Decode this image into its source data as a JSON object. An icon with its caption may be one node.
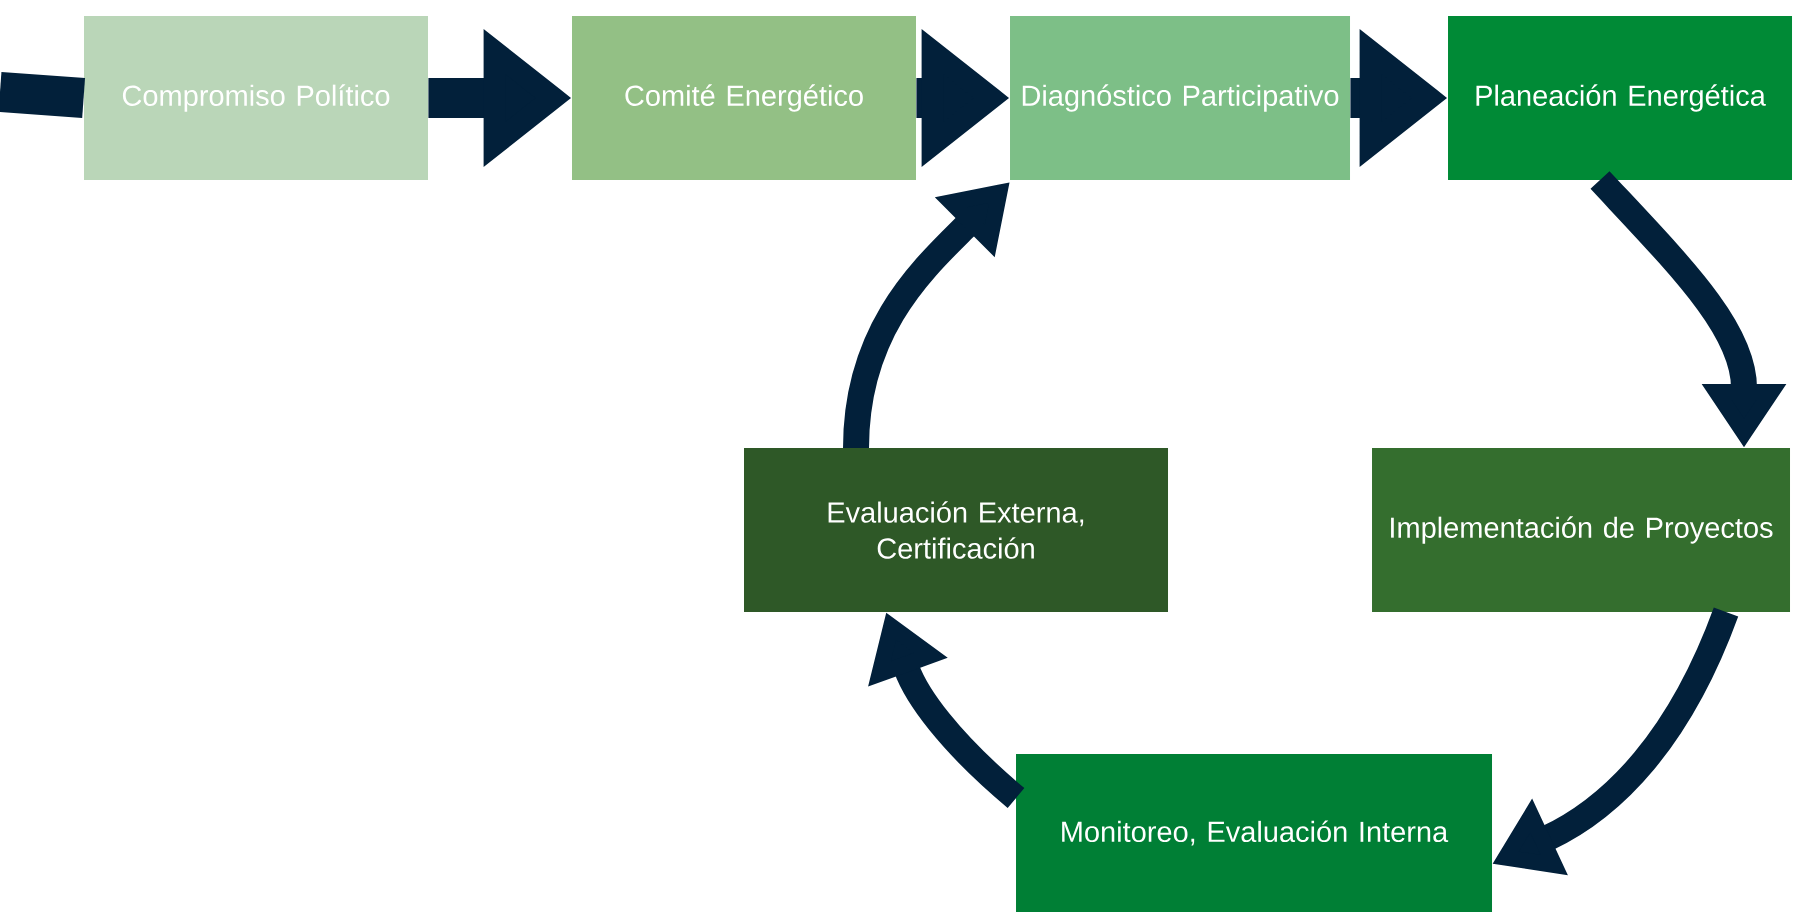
{
  "diagram": {
    "nodes": [
      {
        "text": [
          "Compromiso Político"
        ]
      },
      {
        "text": [
          "Comité Energético"
        ]
      },
      {
        "text": [
          "Diagnóstico Participativo"
        ]
      },
      {
        "text": [
          "Planeación Energética"
        ]
      },
      {
        "text": [
          "Implementación de Proyectos"
        ]
      },
      {
        "text": [
          "Monitoreo, Evaluación Interna"
        ]
      },
      {
        "text": [
          "Evaluación Externa, Certificación"
        ]
      }
    ],
    "edges": [
      {
        "from": null,
        "to": 0,
        "arrow": "none"
      },
      {
        "from": 0,
        "to": 1,
        "arrow": "to"
      },
      {
        "from": 1,
        "to": 2,
        "arrow": "to"
      },
      {
        "from": 2,
        "to": 3,
        "arrow": "to"
      },
      {
        "from": 3,
        "to": 4,
        "arrow": "to"
      },
      {
        "from": 4,
        "to": 5,
        "arrow": "to"
      },
      {
        "from": 5,
        "to": 6,
        "arrow": "to"
      },
      {
        "from": 6,
        "to": 2,
        "arrow": "to"
      }
    ]
  }
}
